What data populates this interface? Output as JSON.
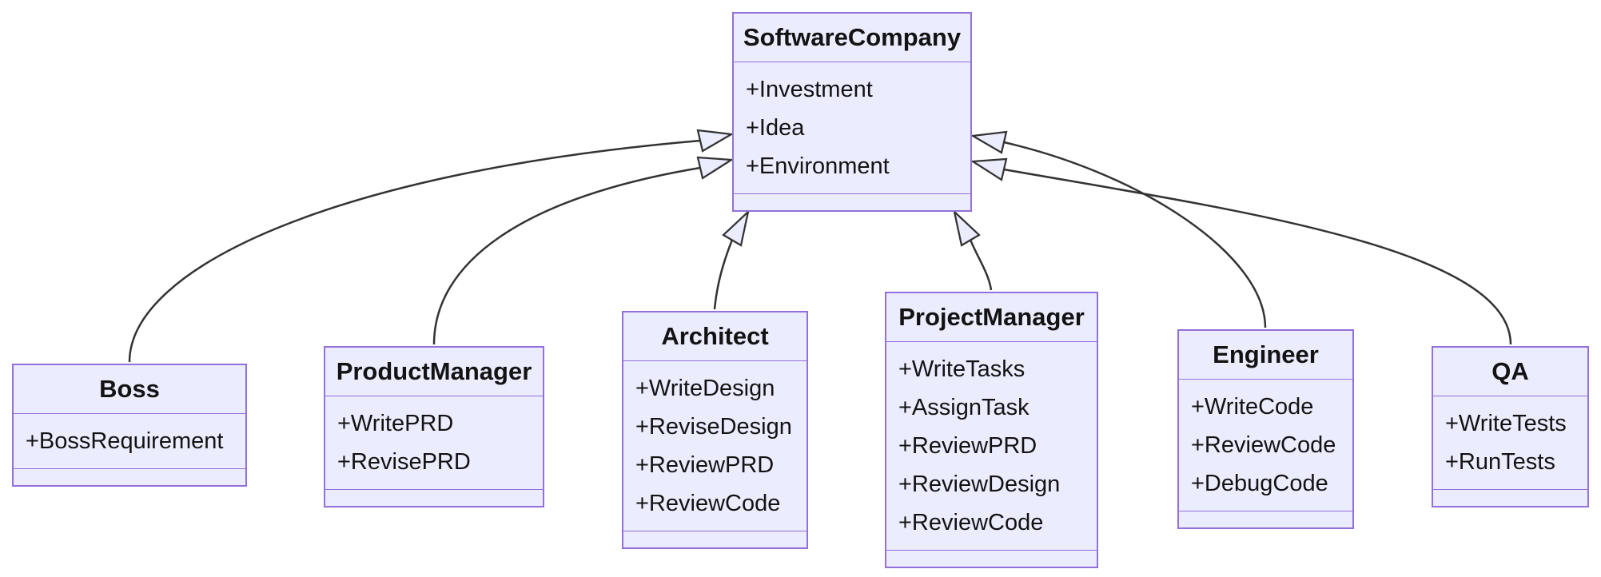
{
  "diagram": {
    "type": "uml-class-diagram",
    "background": "#ffffff",
    "colors": {
      "node_fill": "#ECECFF",
      "node_border": "#9370DB",
      "edge_line": "#333333",
      "arrowhead_fill": "#ECECFF",
      "text": "#131313"
    },
    "classes": [
      {
        "name": "SoftwareCompany",
        "members": [
          "+Investment",
          "+Idea",
          "+Environment"
        ]
      },
      {
        "name": "Boss",
        "members": [
          "+BossRequirement"
        ]
      },
      {
        "name": "ProductManager",
        "members": [
          "+WritePRD",
          "+RevisePRD"
        ]
      },
      {
        "name": "Architect",
        "members": [
          "+WriteDesign",
          "+ReviseDesign",
          "+ReviewPRD",
          "+ReviewCode"
        ]
      },
      {
        "name": "ProjectManager",
        "members": [
          "+WriteTasks",
          "+AssignTask",
          "+ReviewPRD",
          "+ReviewDesign",
          "+ReviewCode"
        ]
      },
      {
        "name": "Engineer",
        "members": [
          "+WriteCode",
          "+ReviewCode",
          "+DebugCode"
        ]
      },
      {
        "name": "QA",
        "members": [
          "+WriteTests",
          "+RunTests"
        ]
      }
    ],
    "relations": [
      {
        "from": "Boss",
        "to": "SoftwareCompany",
        "type": "inheritance"
      },
      {
        "from": "ProductManager",
        "to": "SoftwareCompany",
        "type": "inheritance"
      },
      {
        "from": "Architect",
        "to": "SoftwareCompany",
        "type": "inheritance"
      },
      {
        "from": "ProjectManager",
        "to": "SoftwareCompany",
        "type": "inheritance"
      },
      {
        "from": "Engineer",
        "to": "SoftwareCompany",
        "type": "inheritance"
      },
      {
        "from": "QA",
        "to": "SoftwareCompany",
        "type": "inheritance"
      }
    ]
  }
}
